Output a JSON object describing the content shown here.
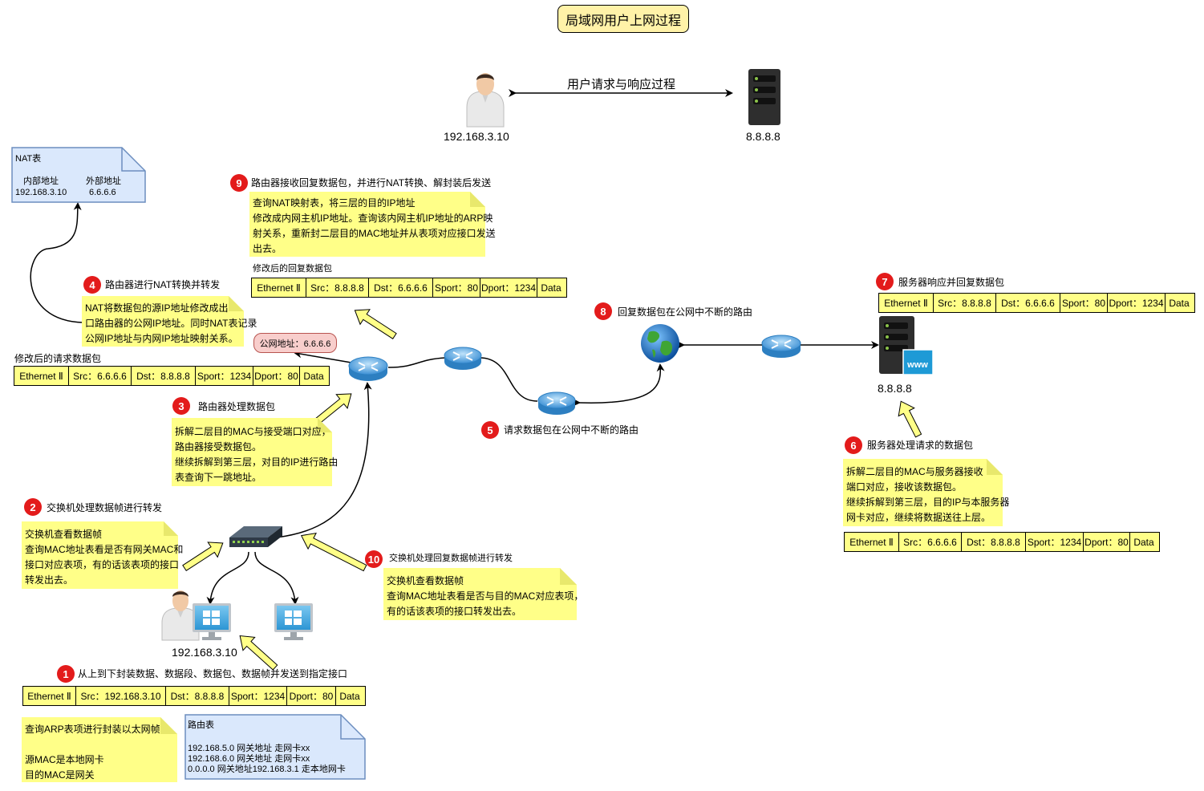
{
  "title": "局域网用户上网过程",
  "top": {
    "flow_label": "用户请求与响应过程",
    "client_ip": "192.168.3.10",
    "server_ip": "8.8.8.8"
  },
  "nat_table": {
    "title": "NAT表",
    "col1": "内部地址",
    "col2": "外部地址",
    "val1": "192.168.3.10",
    "val2": "6.6.6.6"
  },
  "route_table": {
    "title": "路由表",
    "lines": [
      "192.168.5.0  网关地址 走网卡xx",
      "192.168.6.0  网关地址 走网卡xx",
      "0.0.0.0 网关地址192.168.3.1 走本地网卡"
    ]
  },
  "public_address": "公网地址：6.6.6.6",
  "lan_ip": "192.168.3.10",
  "server_ip_right": "8.8.8.8",
  "steps": {
    "s1": {
      "num": "1",
      "title": "从上到下封装数据、数据段、数据包、数据帧并发送到指定接口",
      "note": [
        "查询ARP表项进行封装以太网帧",
        "",
        "源MAC是本地网卡",
        "目的MAC是网关"
      ]
    },
    "s2": {
      "num": "2",
      "title": "交换机处理数据帧进行转发",
      "note": [
        "交换机查看数据帧",
        "查询MAC地址表看是否有网关MAC和",
        "接口对应表项，有的话该表项的接口",
        "转发出去。"
      ]
    },
    "s3": {
      "num": "3",
      "title": "路由器处理数据包",
      "note": [
        "拆解二层目的MAC与接受端口对应，",
        "路由器接受数据包。",
        "继续拆解到第三层，对目的IP进行路由",
        "表查询下一跳地址。"
      ]
    },
    "s4": {
      "num": "4",
      "title": "路由器进行NAT转换并转发",
      "note": [
        "NAT将数据包的源IP地址修改成出",
        "口路由器的公网IP地址。同时NAT表记录",
        "公网IP地址与内网IP地址映射关系。"
      ]
    },
    "s5": {
      "num": "5",
      "title": "请求数据包在公网中不断的路由"
    },
    "s6": {
      "num": "6",
      "title": "服务器处理请求的数据包",
      "note": [
        "拆解二层目的MAC与服务器接收",
        "端口对应，接收该数据包。",
        "继续拆解到第三层，目的IP与本服务器",
        "网卡对应，继续将数据送往上层。"
      ]
    },
    "s7": {
      "num": "7",
      "title": "服务器响应并回复数据包"
    },
    "s8": {
      "num": "8",
      "title": "回复数据包在公网中不断的路由"
    },
    "s9": {
      "num": "9",
      "title": "路由器接收回复数据包，并进行NAT转换、解封装后发送",
      "note": [
        "查询NAT映射表，将三层的目的IP地址",
        "修改成内网主机IP地址。查询该内网主机IP地址的ARP映",
        "射关系，重新封二层目的MAC地址并从表项对应接口发送",
        "出去。"
      ]
    },
    "s10": {
      "num": "10",
      "title": "交换机处理回复数据帧进行转发",
      "note": [
        "交换机查看数据帧",
        "查询MAC地址表看是否与目的MAC对应表项，",
        "有的话该表项的接口转发出去。"
      ]
    }
  },
  "captions": {
    "modified_request": "修改后的请求数据包",
    "modified_reply": "修改后的回复数据包"
  },
  "packets": {
    "p1": [
      "Ethernet Ⅱ",
      "Src：192.168.3.10",
      "Dst：8.8.8.8",
      "Sport：1234",
      "Dport：80",
      "Data"
    ],
    "p4": [
      "Ethernet Ⅱ",
      "Src：6.6.6.6",
      "Dst：8.8.8.8",
      "Sport：1234",
      "Dport：80",
      "Data"
    ],
    "p6": [
      "Ethernet Ⅱ",
      "Src：6.6.6.6",
      "Dst：8.8.8.8",
      "Sport：1234",
      "Dport：80",
      "Data"
    ],
    "p7": [
      "Ethernet Ⅱ",
      "Src：8.8.8.8",
      "Dst：6.6.6.6",
      "Sport：80",
      "Dport：1234",
      "Data"
    ],
    "p9": [
      "Ethernet Ⅱ",
      "Src：8.8.8.8",
      "Dst：6.6.6.6",
      "Sport：80",
      "Dport：1234",
      "Data"
    ]
  },
  "colors": {
    "note": "#ffff88",
    "badge": "#e31b1b",
    "title_fill": "#fff2a8",
    "doc_fill": "#dae8fc",
    "doc_stroke": "#6c8ebf",
    "pill_fill": "#f8cecc",
    "hollow_arrow": "#ffff88"
  }
}
